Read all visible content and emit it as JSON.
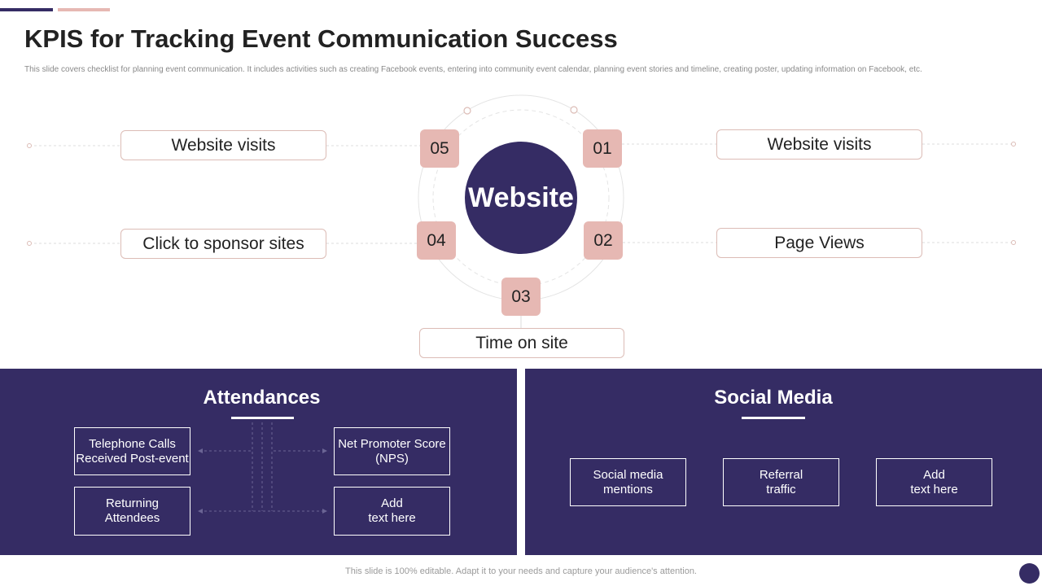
{
  "header": {
    "title": "KPIS for Tracking Event Communication Success",
    "subtitle": "This slide covers checklist for planning event communication. It includes activities such as creating Facebook events, entering into community event calendar, planning event stories and timeline,  creating poster, updating information on Facebook, etc."
  },
  "center": {
    "label": "Website"
  },
  "kpis": [
    {
      "num": "01",
      "label": "Website visits"
    },
    {
      "num": "02",
      "label": "Page Views"
    },
    {
      "num": "03",
      "label": "Time  on site"
    },
    {
      "num": "04",
      "label": "Click to sponsor sites"
    },
    {
      "num": "05",
      "label": "Website visits"
    }
  ],
  "attendances": {
    "title": "Attendances",
    "items": [
      {
        "line1": "Telephone Calls",
        "line2": "Received Post-event"
      },
      {
        "line1": "Net Promoter Score",
        "line2": "(NPS)"
      },
      {
        "line1": "Returning",
        "line2": "Attendees"
      },
      {
        "line1": "Add",
        "line2": "text here"
      }
    ]
  },
  "social_media": {
    "title": "Social Media",
    "items": [
      {
        "line1": "Social media",
        "line2": "mentions"
      },
      {
        "line1": "Referral",
        "line2": "traffic"
      },
      {
        "line1": "Add",
        "line2": "text here"
      }
    ]
  },
  "footer": {
    "text": "This slide is 100% editable. Adapt it to your needs and capture your audience's attention."
  },
  "colors": {
    "primary": "#352c64",
    "accent": "#e6b8b3",
    "border": "#dcbcb6"
  }
}
